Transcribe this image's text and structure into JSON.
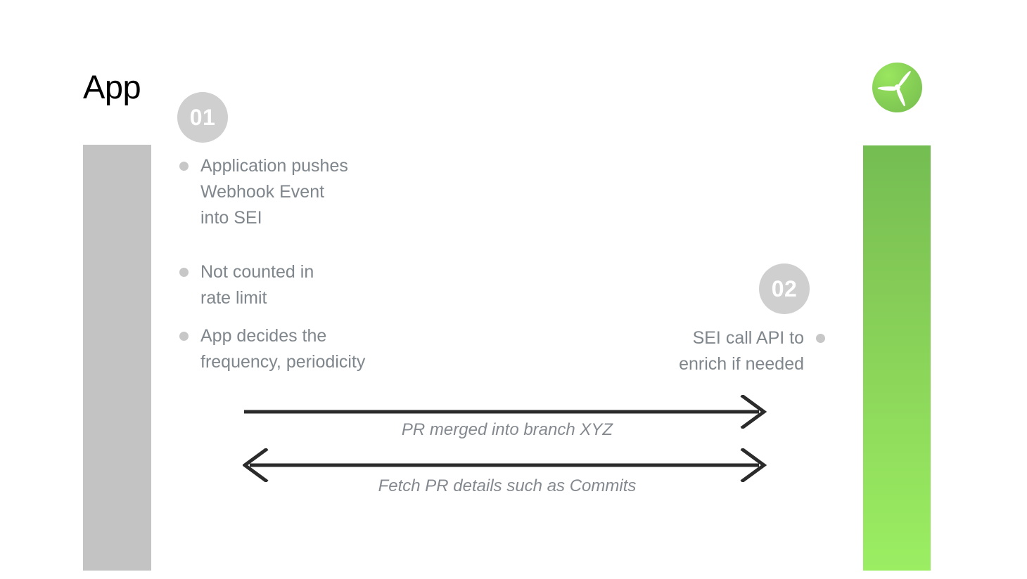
{
  "slide": {
    "title": "App",
    "background": "#ffffff"
  },
  "colors": {
    "lane_grey": "#c3c3c3",
    "lane_green_top": "#74bd52",
    "lane_green_bottom": "#9bee62",
    "badge_grey": "#cfcfcf",
    "bullet_text": "#7f868c",
    "bullet_dot": "#c7c7c7",
    "arrow_stroke": "#2b2b2b",
    "arrow_label": "#84898f",
    "title_black": "#000000"
  },
  "left_lane": {
    "label": "App",
    "icon": "grey-lane-bar",
    "step": {
      "number": "01"
    },
    "bullets": [
      {
        "text": "Application pushes\nWebhook Event\ninto SEI"
      },
      {
        "text": "Not counted in\nrate limit"
      },
      {
        "text": "App decides the\nfrequency, periodicity"
      }
    ]
  },
  "right_lane": {
    "icon": "propeller-logo-icon",
    "step": {
      "number": "02"
    },
    "bullets": [
      {
        "text": "SEI call API to\nenrich if needed"
      }
    ]
  },
  "arrows": [
    {
      "label": "PR merged into branch XYZ",
      "direction": "right",
      "icon": "arrow-right-icon"
    },
    {
      "label": "Fetch PR details such as Commits",
      "direction": "both",
      "icon": "arrow-both-icon"
    }
  ]
}
